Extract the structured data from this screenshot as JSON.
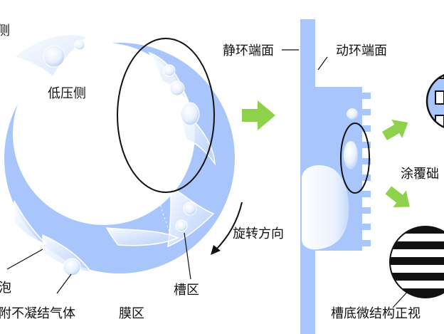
{
  "labels": {
    "top_left_fragment": "侧",
    "low_pressure": "低压侧",
    "static_ring_face": "静环端面",
    "moving_ring_face": "动环端面",
    "rotation_direction": "旋转方向",
    "bubble_fragment": "泡",
    "adsorbed_gas_fragment": "附不凝结气体",
    "film_zone": "膜区",
    "groove_zone": "槽区",
    "coating_fragment": "涂覆础",
    "groove_bottom_view_fragment": "槽底微结构正视"
  },
  "colors": {
    "ring_blue": "#a8c6fb",
    "light_blue": "#d7e6fc",
    "arrow_green": "#8ed14a",
    "outline": "#111111"
  },
  "icons": {
    "flow_arrow": "green-arrow-icon",
    "rotation": "curved-arrow-icon"
  }
}
